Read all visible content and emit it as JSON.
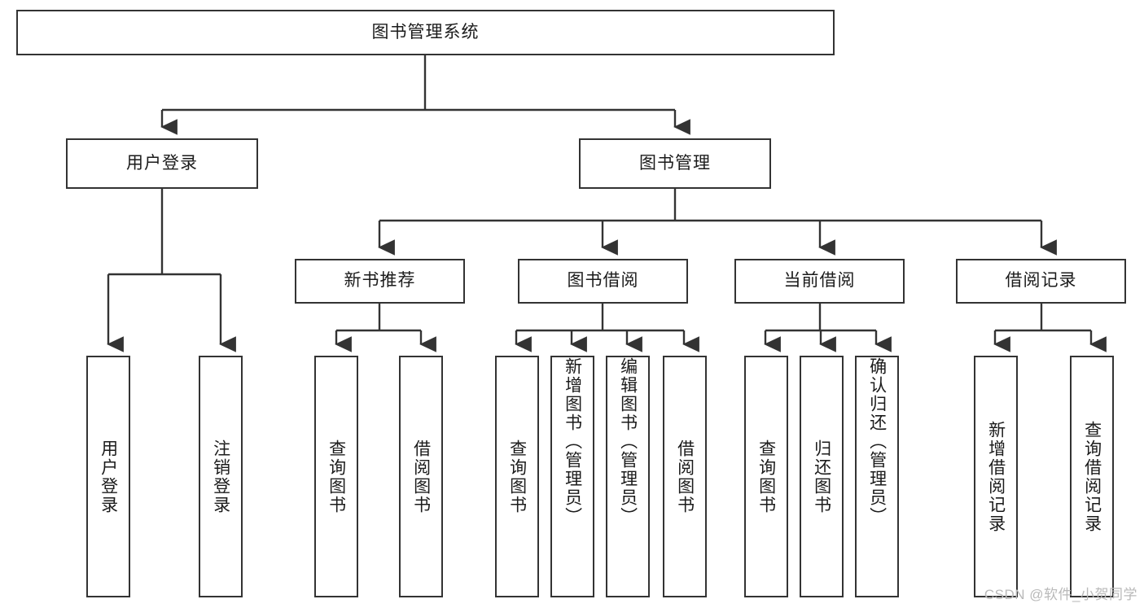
{
  "diagram": {
    "type": "tree",
    "root": {
      "label": "图书管理系统"
    },
    "level2": [
      {
        "label": "用户登录"
      },
      {
        "label": "图书管理"
      }
    ],
    "level3": [
      {
        "label": "新书推荐"
      },
      {
        "label": "图书借阅"
      },
      {
        "label": "当前借阅"
      },
      {
        "label": "借阅记录"
      }
    ],
    "leaves": {
      "user_login": [
        {
          "label": "用户登录"
        },
        {
          "label": "注销登录"
        }
      ],
      "new_book_recommend": [
        {
          "label": "查询图书"
        },
        {
          "label": "借阅图书"
        }
      ],
      "book_borrow": [
        {
          "label": "查询图书"
        },
        {
          "label": "新增图书（管理员）"
        },
        {
          "label": "编辑图书（管理员）"
        },
        {
          "label": "借阅图书"
        }
      ],
      "current_borrow": [
        {
          "label": "查询图书"
        },
        {
          "label": "归还图书"
        },
        {
          "label": "确认归还（管理员）"
        }
      ],
      "borrow_record": [
        {
          "label": "新增借阅记录"
        },
        {
          "label": "查询借阅记录"
        }
      ]
    }
  },
  "watermark": {
    "text": "CSDN @软件_小贺同学"
  },
  "colors": {
    "stroke": "#333333",
    "text": "#1b1b1b",
    "background": "#ffffff",
    "watermark": "#b9b9b9"
  }
}
